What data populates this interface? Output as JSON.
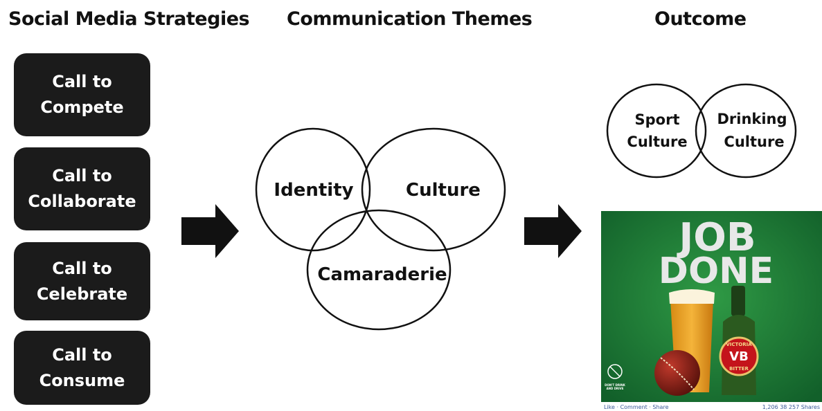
{
  "headings": {
    "strategies": "Social Media Strategies",
    "themes": "Communication Themes",
    "outcome": "Outcome"
  },
  "strategies": [
    {
      "line1": "Call to",
      "line2": "Compete"
    },
    {
      "line1": "Call to",
      "line2": "Collaborate"
    },
    {
      "line1": "Call to",
      "line2": "Celebrate"
    },
    {
      "line1": "Call to",
      "line2": "Consume"
    }
  ],
  "themes": {
    "identity": "Identity",
    "culture": "Culture",
    "camaraderie": "Camaraderie"
  },
  "outcome": {
    "sport_line1": "Sport",
    "sport_line2": "Culture",
    "drinking_line1": "Drinking",
    "drinking_line2": "Culture"
  },
  "ad": {
    "headline_line1": "JOB",
    "headline_line2": "DONE",
    "brand": "VB",
    "label_top": "VICTORIA",
    "label_bottom": "BITTER",
    "notice_line1": "DON'T DRINK",
    "notice_line2": "AND DRIVE",
    "actions": "Like · Comment · Share",
    "stats": "1,206  38  257 Shares"
  },
  "colors": {
    "box": "#1b1b1b",
    "ad_green": "#1f7a34",
    "ad_headline": "#e8e8e8"
  }
}
